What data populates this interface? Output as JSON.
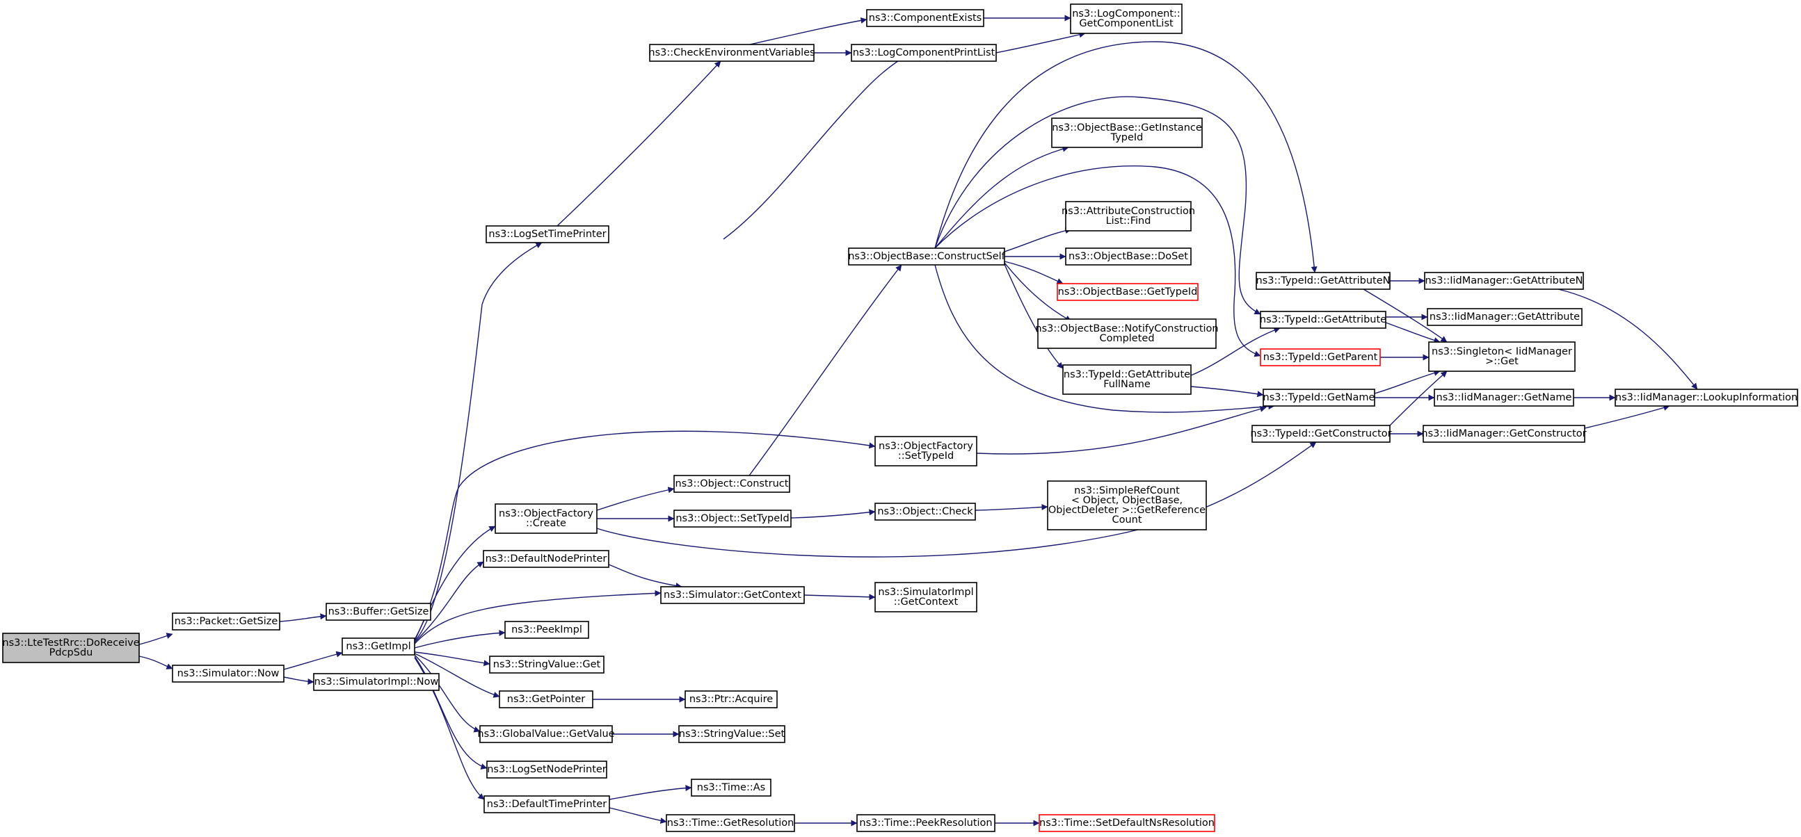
{
  "diagram": {
    "nodes": [
      {
        "id": "n_root",
        "lines": [
          "ns3::LteTestRrc::DoReceive",
          "PdcpSdu"
        ],
        "style": "root"
      },
      {
        "id": "n_pkt_getsize",
        "lines": [
          "ns3::Packet::GetSize"
        ]
      },
      {
        "id": "n_buf_getsize",
        "lines": [
          "ns3::Buffer::GetSize"
        ]
      },
      {
        "id": "n_sim_now",
        "lines": [
          "ns3::Simulator::Now"
        ]
      },
      {
        "id": "n_simimpl_now",
        "lines": [
          "ns3::SimulatorImpl::Now"
        ]
      },
      {
        "id": "n_getimpl",
        "lines": [
          "ns3::GetImpl"
        ]
      },
      {
        "id": "n_logsettimeprinter",
        "lines": [
          "ns3::LogSetTimePrinter"
        ]
      },
      {
        "id": "n_checkenv",
        "lines": [
          "ns3::CheckEnvironmentVariables"
        ]
      },
      {
        "id": "n_compexists",
        "lines": [
          "ns3::ComponentExists"
        ]
      },
      {
        "id": "n_logcompprintlist",
        "lines": [
          "ns3::LogComponentPrintList"
        ]
      },
      {
        "id": "n_getcomplist",
        "lines": [
          "ns3::LogComponent::",
          "GetComponentList"
        ]
      },
      {
        "id": "n_objfactory_create",
        "lines": [
          "ns3::ObjectFactory",
          "::Create"
        ]
      },
      {
        "id": "n_obj_construct",
        "lines": [
          "ns3::Object::Construct"
        ]
      },
      {
        "id": "n_obj_settypeid",
        "lines": [
          "ns3::Object::SetTypeId"
        ]
      },
      {
        "id": "n_obj_check",
        "lines": [
          "ns3::Object::Check"
        ]
      },
      {
        "id": "n_simplerefcount",
        "lines": [
          "ns3::SimpleRefCount",
          "< Object, ObjectBase,",
          " ObjectDeleter >::GetReference",
          "Count"
        ]
      },
      {
        "id": "n_defaultnodeprinter",
        "lines": [
          "ns3::DefaultNodePrinter"
        ]
      },
      {
        "id": "n_sim_getcontext",
        "lines": [
          "ns3::Simulator::GetContext"
        ]
      },
      {
        "id": "n_simimpl_getcontext",
        "lines": [
          "ns3::SimulatorImpl",
          "::GetContext"
        ]
      },
      {
        "id": "n_peekimpl",
        "lines": [
          "ns3::PeekImpl"
        ]
      },
      {
        "id": "n_stringvalue_get",
        "lines": [
          "ns3::StringValue::Get"
        ]
      },
      {
        "id": "n_getpointer",
        "lines": [
          "ns3::GetPointer"
        ]
      },
      {
        "id": "n_ptr_acquire",
        "lines": [
          "ns3::Ptr::Acquire"
        ]
      },
      {
        "id": "n_globalvalue_getvalue",
        "lines": [
          "ns3::GlobalValue::GetValue"
        ]
      },
      {
        "id": "n_stringvalue_set",
        "lines": [
          "ns3::StringValue::Set"
        ]
      },
      {
        "id": "n_logsetnodeprinter",
        "lines": [
          "ns3::LogSetNodePrinter"
        ]
      },
      {
        "id": "n_defaulttimeprinter",
        "lines": [
          "ns3::DefaultTimePrinter"
        ]
      },
      {
        "id": "n_time_as",
        "lines": [
          "ns3::Time::As"
        ]
      },
      {
        "id": "n_time_getresolution",
        "lines": [
          "ns3::Time::GetResolution"
        ]
      },
      {
        "id": "n_time_peekresolution",
        "lines": [
          "ns3::Time::PeekResolution"
        ]
      },
      {
        "id": "n_time_setdefaultns",
        "lines": [
          "ns3::Time::SetDefaultNsResolution"
        ],
        "style": "red"
      },
      {
        "id": "n_objfactory_settypeid",
        "lines": [
          "ns3::ObjectFactory",
          "::SetTypeId"
        ]
      },
      {
        "id": "n_objbase_constructself",
        "lines": [
          "ns3::ObjectBase::ConstructSelf"
        ]
      },
      {
        "id": "n_objbase_getinstancetypeid",
        "lines": [
          "ns3::ObjectBase::GetInstance",
          "TypeId"
        ]
      },
      {
        "id": "n_attrconstructionlist_find",
        "lines": [
          "ns3::AttributeConstruction",
          "List::Find"
        ]
      },
      {
        "id": "n_objbase_doset",
        "lines": [
          "ns3::ObjectBase::DoSet"
        ]
      },
      {
        "id": "n_objbase_gettypeid",
        "lines": [
          "ns3::ObjectBase::GetTypeId"
        ],
        "style": "red"
      },
      {
        "id": "n_objbase_notify",
        "lines": [
          "ns3::ObjectBase::NotifyConstruction",
          "Completed"
        ]
      },
      {
        "id": "n_typeid_getattrfullname",
        "lines": [
          "ns3::TypeId::GetAttribute",
          "FullName"
        ]
      },
      {
        "id": "n_typeid_getattributen",
        "lines": [
          "ns3::TypeId::GetAttributeN"
        ]
      },
      {
        "id": "n_typeid_getattribute",
        "lines": [
          "ns3::TypeId::GetAttribute"
        ]
      },
      {
        "id": "n_typeid_getparent",
        "lines": [
          "ns3::TypeId::GetParent"
        ],
        "style": "red"
      },
      {
        "id": "n_typeid_getname",
        "lines": [
          "ns3::TypeId::GetName"
        ]
      },
      {
        "id": "n_typeid_getconstructor",
        "lines": [
          "ns3::TypeId::GetConstructor"
        ]
      },
      {
        "id": "n_iid_getattributen",
        "lines": [
          "ns3::IidManager::GetAttributeN"
        ]
      },
      {
        "id": "n_iid_getattribute",
        "lines": [
          "ns3::IidManager::GetAttribute"
        ]
      },
      {
        "id": "n_singleton_get",
        "lines": [
          "ns3::Singleton< IidManager",
          " >::Get"
        ]
      },
      {
        "id": "n_iid_getname",
        "lines": [
          "ns3::IidManager::GetName"
        ]
      },
      {
        "id": "n_iid_getconstructor",
        "lines": [
          "ns3::IidManager::GetConstructor"
        ]
      },
      {
        "id": "n_iid_lookupinfo",
        "lines": [
          "ns3::IidManager::LookupInformation"
        ]
      }
    ]
  },
  "colors": {
    "edge": "#191970",
    "node_border": "#000000",
    "node_border_incomplete": "#ff0000",
    "root_fill": "#bfbfbf",
    "background": "#ffffff"
  }
}
